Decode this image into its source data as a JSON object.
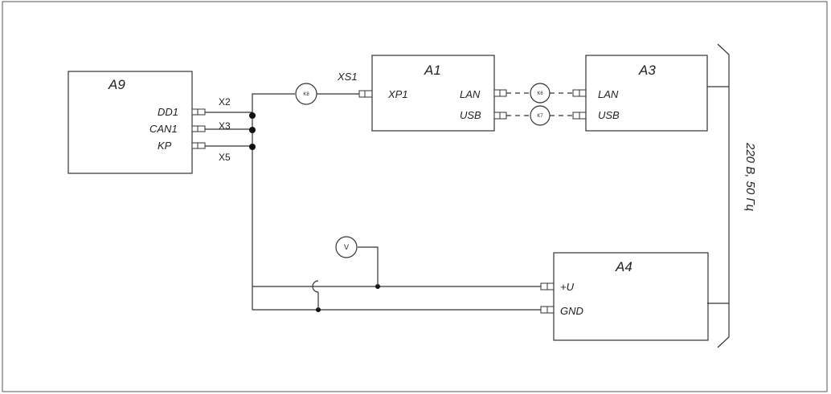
{
  "blocks": {
    "a9": {
      "title": "A9",
      "ports": [
        "DD1",
        "CAN1",
        "KP"
      ]
    },
    "a1": {
      "title": "A1",
      "left_port": "XP1",
      "right_ports": [
        "LAN",
        "USB"
      ]
    },
    "a3": {
      "title": "A3",
      "ports": [
        "LAN",
        "USB"
      ]
    },
    "a4": {
      "title": "A4",
      "ports": [
        "+U",
        "GND"
      ]
    }
  },
  "connectors": {
    "x2": "X2",
    "x3": "X3",
    "x5": "X5",
    "xs1": "XS1"
  },
  "cables": {
    "k8": "K8",
    "k6": "K6",
    "k7": "K7"
  },
  "voltmeter": "V",
  "power": "220 В, 50 Гц"
}
